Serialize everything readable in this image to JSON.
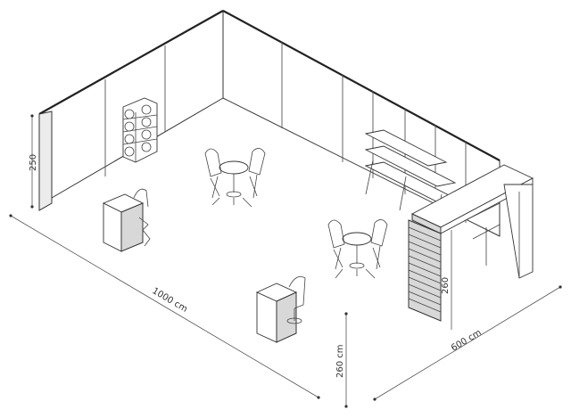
{
  "dimensions": {
    "wall_height_left": "250",
    "length_front": "1000 cm",
    "height_front": "260 cm",
    "width_right": "600 cm",
    "structure_height": "260"
  },
  "colors": {
    "line": "#333333",
    "panel_gray": "#d8d8d8"
  }
}
